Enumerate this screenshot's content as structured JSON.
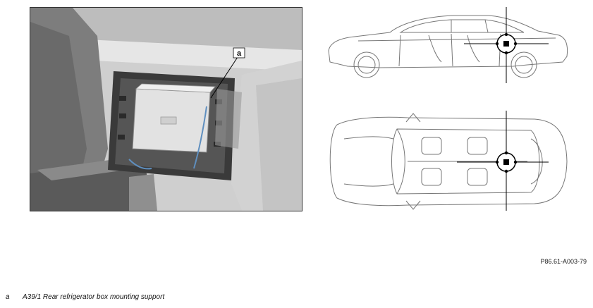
{
  "photo": {
    "callout": "a"
  },
  "figure_code": "P86.61-A003-79",
  "legend": [
    {
      "key": "a",
      "text": "A39/1 Rear refrigerator box mounting support"
    }
  ]
}
